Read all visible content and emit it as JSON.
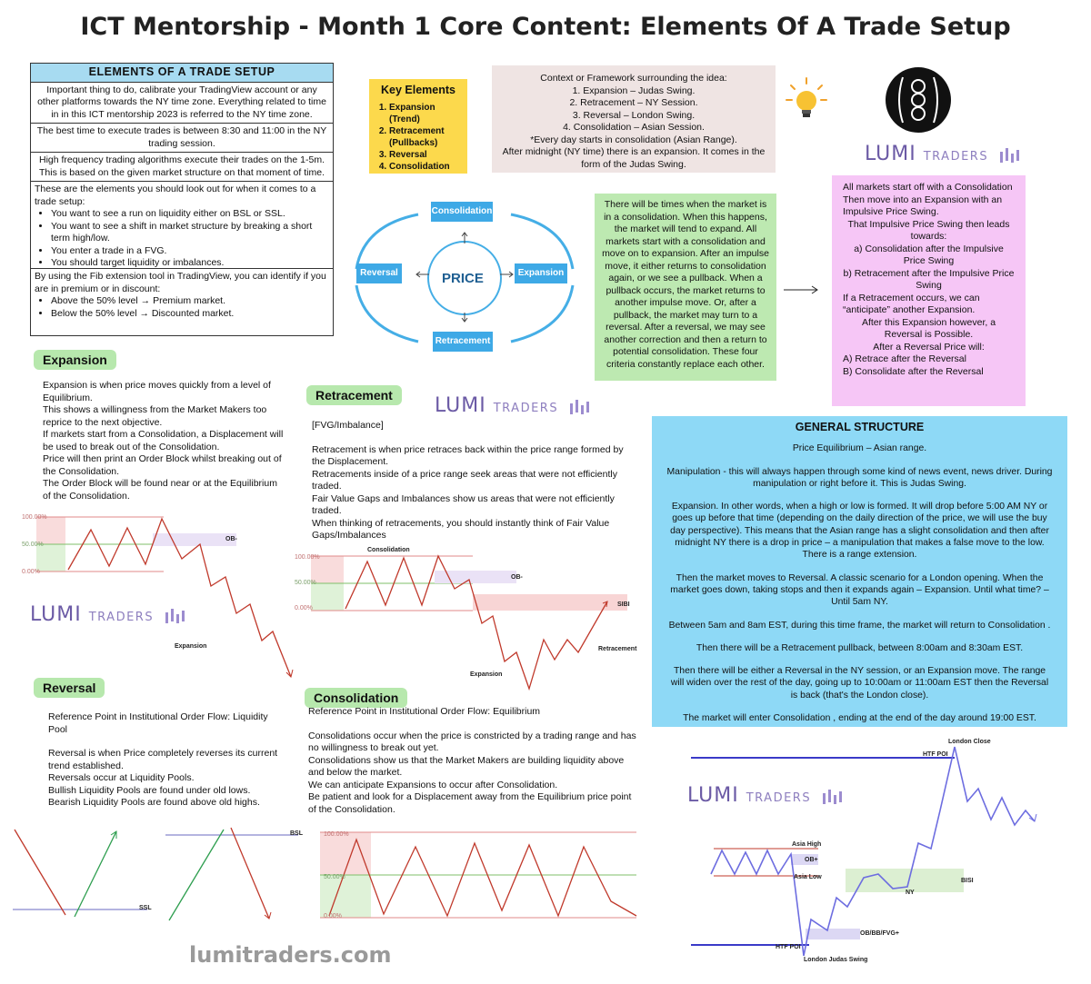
{
  "title": "ICT Mentorship -  Month 1 Core Content: Elements Of A Trade Setup",
  "elements_box": {
    "header": "ELEMENTS OF A TRADE SETUP",
    "intro": "Important thing to do, calibrate your TradingView account or any other platforms towards the NY time zone. Everything related to time in in this ICT mentorship 2023 is referred to the NY time zone.",
    "best_time": "The best time to execute trades is between 8:30 and 11:00 in the NY trading session.",
    "hft": "High frequency trading algorithms execute their trades on the 1-5m. This is based on the given market structure on that moment of time.",
    "elements_intro": "These are the elements you should look out for when it comes to a trade setup:",
    "elements": [
      "You want to see a run on liquidity either on BSL or SSL.",
      "You want to see a shift in market structure by breaking a short term high/low.",
      "You enter a trade in a FVG.",
      "You should target liquidity or imbalances."
    ],
    "fib_intro": "By using the Fib extension tool in TradingView, you can identify if you are in premium or in discount:",
    "fib_items": [
      "Above the 50% level → Premium market.",
      "Below the 50% level → Discounted market."
    ]
  },
  "key_elements": {
    "title": "Key Elements",
    "items": [
      "Expansion (Trend)",
      "Retracement (Pullbacks)",
      "Reversal",
      "Consolidation"
    ]
  },
  "context": {
    "lines": [
      "Context or Framework surrounding the idea:",
      "1. Expansion – Judas Swing.",
      "2. Retracement – NY Session.",
      "3. Reversal – London Swing.",
      "4. Consolidation – Asian Session.",
      "*Every day starts in consolidation (Asian Range).",
      "After midnight (NY time) there is an expansion. It comes in the form of the Judas Swing."
    ]
  },
  "cycle": {
    "center": "PRICE",
    "top": "Consolidation",
    "right": "Expansion",
    "bottom": "Retracement",
    "left": "Reversal"
  },
  "green_box": "There will be times when the market is in a consolidation. When this happens, the market will tend to expand. All markets start with a consolidation and move on to expansion. After an impulse move, it either returns to consolidation again, or we see a pullback. When a pullback occurs, the market returns to another impulse move. Or, after a pullback, the market may turn to a reversal. After a reversal, we may see another correction and then a return to potential consolidation. These four criteria constantly replace each other.",
  "violet_box": {
    "p1": "All markets start off with a Consolidation Then move into an Expansion with an Impulsive Price Swing.",
    "p2": "That Impulsive Price Swing then leads towards:",
    "a": "a) Consolidation after the Impulsive Price Swing",
    "b": "b) Retracement after the Impulsive Price Swing",
    "p3": "If a Retracement occurs, we can “anticipate” another Expansion.",
    "p4": "After this Expansion however, a Reversal is Possible.",
    "p5": "After a Reversal Price will:",
    "A": "A) Retrace after the Reversal",
    "B": "B) Consolidate after the Reversal"
  },
  "brand": {
    "lumi": "LUMI",
    "traders": "TRADERS",
    "site": "lumitraders.com"
  },
  "expansion": {
    "label": "Expansion",
    "lines": [
      "Expansion is when price moves quickly from a level of Equilibrium.",
      "This shows a willingness from the Market Makers too reprice to the next objective.",
      "If markets start from a Consolidation, a Displacement will be used to break out of the Consolidation.",
      "Price will then print an Order Block whilst breaking out of the Consolidation.",
      "The Order Block will be found near or at the Equilibrium of the Consolidation."
    ],
    "chart": {
      "fib_top": "100.00%",
      "fib_mid": "50.00%",
      "fib_low": "0.00%",
      "ob": "OB-",
      "label": "Expansion"
    }
  },
  "retracement": {
    "label": "Retracement",
    "tag": "[FVG/Imbalance]",
    "lines": [
      "Retracement is when price retraces back within the price range formed by the Displacement.",
      "Retracements inside of a price range seek areas that were not efficiently traded.",
      "Fair Value Gaps and Imbalances show us areas that were not efficiently traded.",
      "When thinking of retracements, you should instantly think of Fair Value Gaps/Imbalances"
    ],
    "chart": {
      "consolidation": "Consolidation",
      "ob": "OB-",
      "sibi": "SIBI",
      "expansion": "Expansion",
      "retracement": "Retracement",
      "fib_top": "100.00%",
      "fib_mid": "50.00%",
      "fib_low": "0.00%"
    }
  },
  "reversal": {
    "label": "Reversal",
    "ref": "Reference Point in Institutional Order Flow: Liquidity Pool",
    "lines": [
      "Reversal is when Price completely reverses its current trend established.",
      "Reversals occur at Liquidity Pools.",
      "Bullish Liquidity Pools are found under old lows.",
      "Bearish Liquidity Pools are found above old highs."
    ],
    "chart": {
      "ssl": "SSL",
      "bsl": "BSL"
    }
  },
  "consolidation": {
    "label": "Consolidation",
    "ref": "Reference Point in Institutional Order Flow: Equilibrium",
    "lines": [
      "Consolidations occur when the price is constricted by a trading range and has no willingness to break out yet.",
      "Consolidations show us that the Market Makers are building liquidity above and below the market.",
      "We can anticipate Expansions to occur after Consolidation.",
      "Be patient and look for a Displacement away from the Equilibrium price point of the Consolidation."
    ],
    "chart": {
      "fib_top": "100.00%",
      "fib_mid": "50.00%",
      "fib_low": "0.00%"
    }
  },
  "general": {
    "title": "GENERAL STRUCTURE",
    "paras": [
      "Price Equilibrium – Asian range.",
      "Manipulation - this will always happen through some kind of news event, news driver. During manipulation or right before it. This is Judas Swing.",
      "Expansion. In other words, when a high or low is formed. It will drop before 5:00 AM NY or goes up before that time (depending on the daily direction of the price, we will use the buy day perspective). This means that the Asian range has a slight consolidation and then after midnight NY there is a drop in price – a manipulation that makes a false move to the low. There is a range extension.",
      "Then the market moves to Reversal. A classic scenario for a London opening. When the market goes down, taking stops and then it expands again – Expansion. Until what time? – Until 5am NY.",
      "Between 5am and 8am EST, during this time frame, the market will return to Consolidation .",
      "Then there will be a Retracement pullback, between 8:00am and 8:30am EST.",
      "Then there will be either a Reversal in the NY session, or an Expansion move. The range will widen over the rest of the day, going up to 10:00am or 11:00am EST then the Reversal is back (that's the London close).",
      "The market will enter Consolidation , ending at the end of the day around 19:00 EST."
    ]
  },
  "structure_chart": {
    "london_close": "London Close",
    "htf_poi_top": "HTF POI",
    "asia_high": "Asia High",
    "ob": "OB+",
    "asia_low": "Asia Low",
    "bisi": "BISI",
    "ny": "NY",
    "ob_bb": "OB/BB/FVG+",
    "htf_poi_bottom": "HTF POI",
    "judas": "London Judas Swing"
  }
}
